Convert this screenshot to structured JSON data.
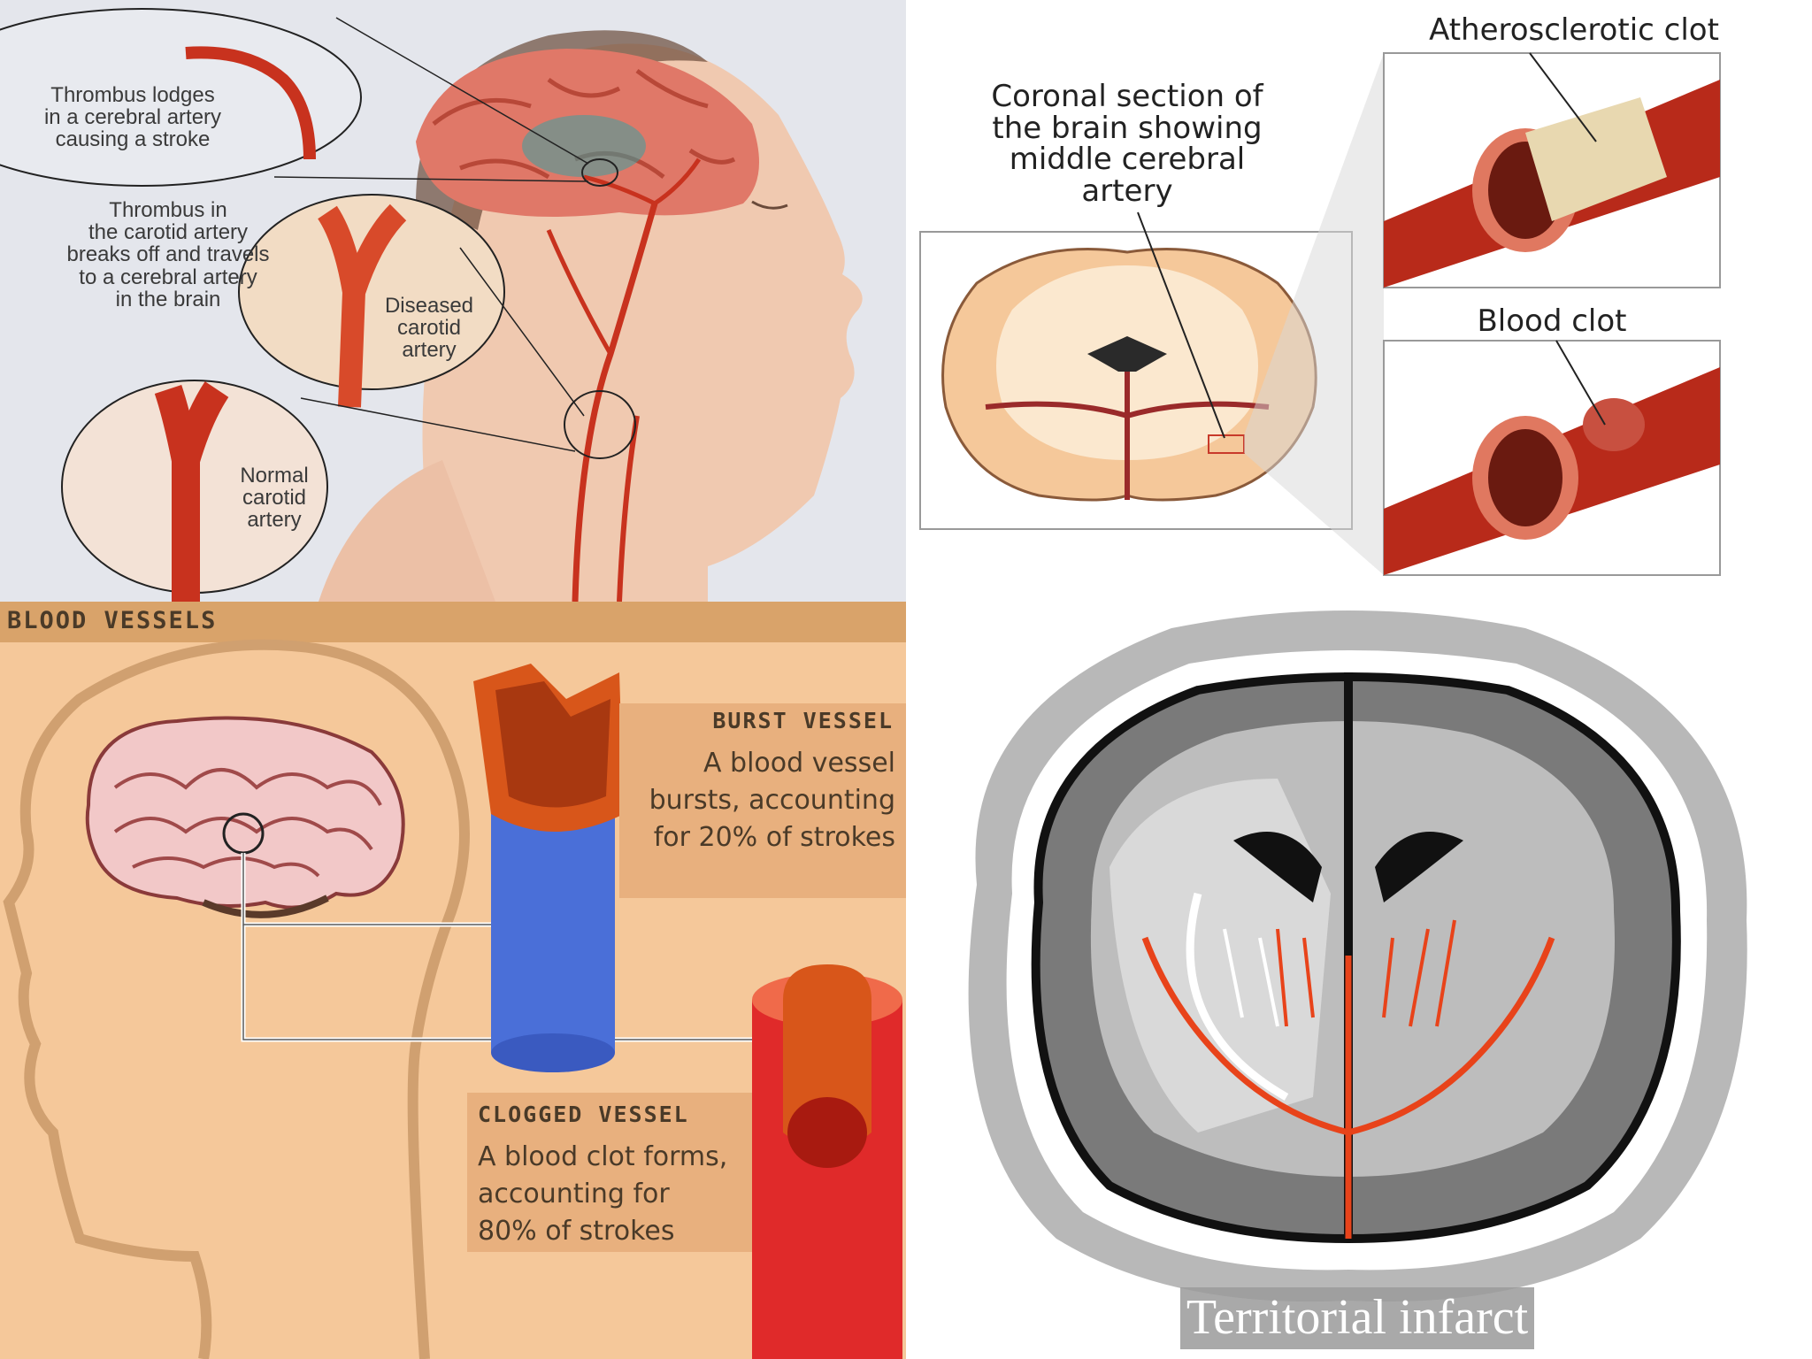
{
  "top_left": {
    "label_thrombus_lodges": "Thrombus lodges\nin a cerebral artery\ncausing a stroke",
    "label_thrombus_carotid": "Thrombus in\nthe carotid artery\nbreaks off and travels\nto a cerebral artery\nin the brain",
    "label_diseased": "Diseased\ncarotid\nartery",
    "label_normal": "Normal\ncarotid\nartery"
  },
  "top_right": {
    "label_coronal": "Coronal section of\nthe brain showing\nmiddle cerebral\nartery",
    "label_atherosclerotic": "Atherosclerotic clot",
    "label_blood_clot": "Blood clot"
  },
  "bottom_left": {
    "header": "BLOOD VESSELS",
    "burst_title": "BURST VESSEL",
    "burst_text": "A blood vessel\nbursts, accounting\nfor 20% of strokes",
    "clogged_title": "CLOGGED VESSEL",
    "clogged_text": "A blood clot forms,\naccounting for\n80% of strokes"
  },
  "bottom_right": {
    "caption": "Territorial infarct"
  },
  "colors": {
    "artery_red": "#c8321e",
    "vessel_blue": "#4a6fd8",
    "panel_tan": "#f5c89a",
    "header_tan": "#d9a36a"
  }
}
